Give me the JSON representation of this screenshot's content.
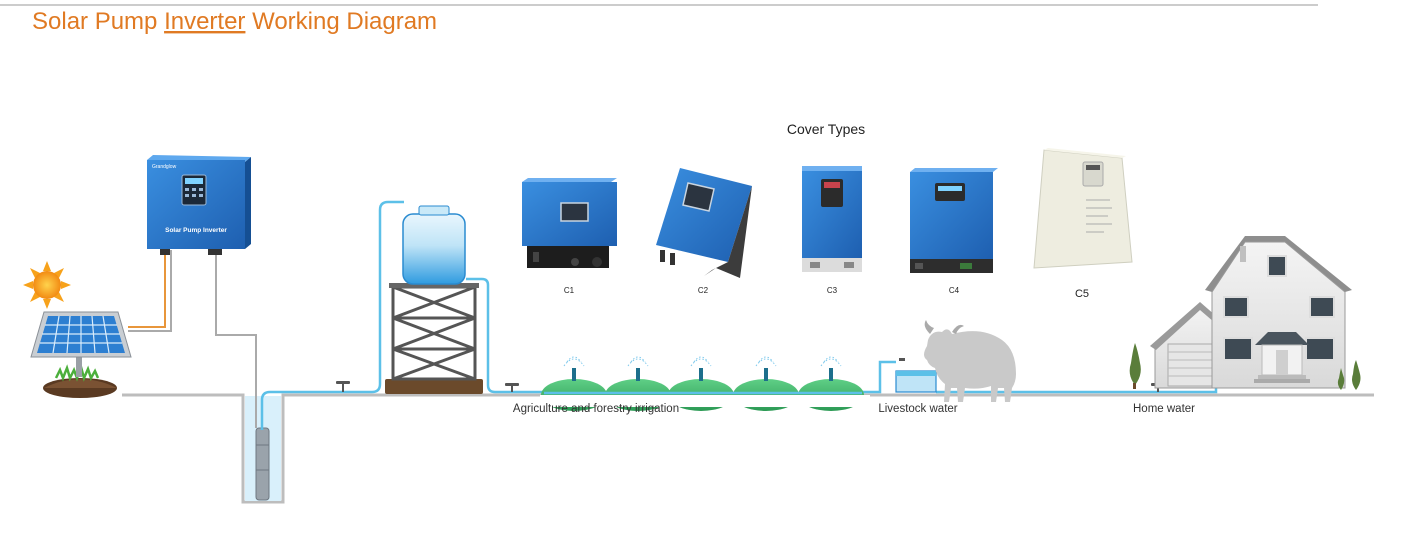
{
  "title": {
    "before": "Solar Pump ",
    "underlined": "Inverter",
    "after": " Working Diagram",
    "color": "#e07a23"
  },
  "inverter_label": "Solar Pump Inverter",
  "inverter_brand": "Grandglow",
  "cover_types": {
    "heading": "Cover Types",
    "items": [
      {
        "label": "C1"
      },
      {
        "label": "C2"
      },
      {
        "label": "C3"
      },
      {
        "label": "C4"
      },
      {
        "label": "C5"
      }
    ]
  },
  "sections": {
    "agriculture": "Agriculture and forestry irrigation",
    "livestock": "Livestock water",
    "home": "Home water"
  },
  "colors": {
    "pipe": "#5cc0e8",
    "ground": "#b9b9b9",
    "inverter_blue": "#2e7fd4",
    "field_green": "#3fb86b",
    "sun": "#f7a21b",
    "wire_orange": "#e8963b"
  }
}
